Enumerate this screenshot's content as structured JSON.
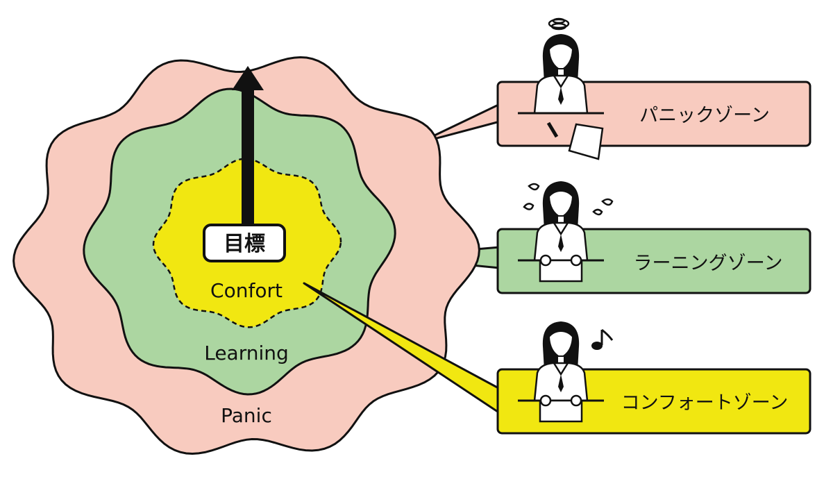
{
  "zones": {
    "panic": {
      "label": "Panic",
      "color": "#f8cbbf"
    },
    "learning": {
      "label": "Learning",
      "color": "#acd6a1"
    },
    "comfort": {
      "label": "Confort",
      "color": "#f1e711"
    }
  },
  "goal": {
    "label": "目標"
  },
  "callouts": [
    {
      "id": "panic",
      "label": "パニックゾーン",
      "color": "#f8cbbf"
    },
    {
      "id": "learning",
      "label": "ラーニングゾーン",
      "color": "#acd6a1"
    },
    {
      "id": "comfort",
      "label": "コンフォートゾーン",
      "color": "#f1e711"
    }
  ],
  "icons": [
    "confused-swirl-icon",
    "sweat-drops-icon",
    "music-note-icon",
    "student-at-desk-icon"
  ]
}
